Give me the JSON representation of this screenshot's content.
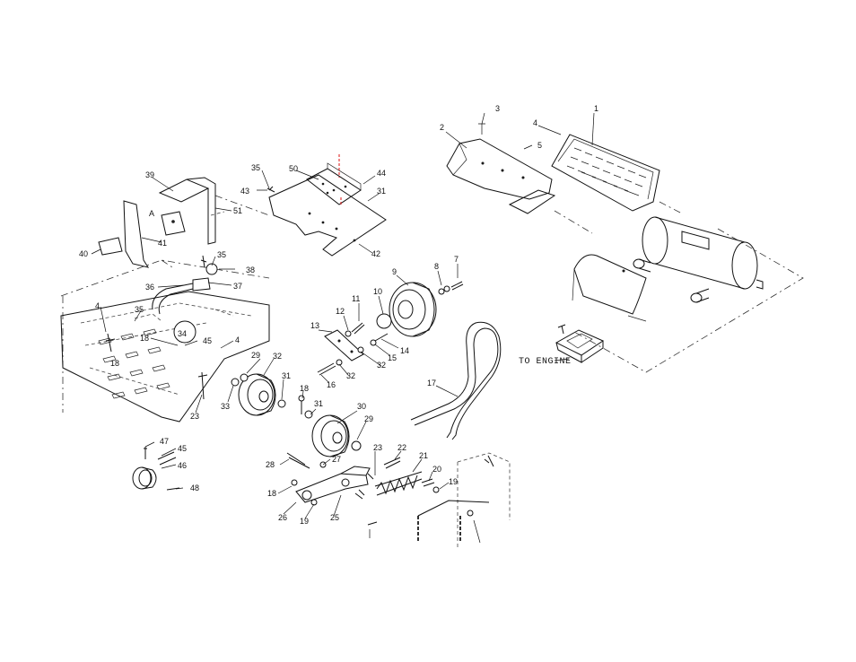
{
  "callouts": [
    "1",
    "2",
    "3",
    "4",
    "5",
    "7",
    "8",
    "9",
    "10",
    "11",
    "12",
    "13",
    "14",
    "15",
    "16",
    "17",
    "18",
    "19",
    "20",
    "21",
    "22",
    "23",
    "25",
    "26",
    "27",
    "28",
    "29",
    "30",
    "31",
    "32",
    "33",
    "34",
    "35",
    "36",
    "37",
    "38",
    "39",
    "40",
    "41",
    "42",
    "43",
    "44",
    "45",
    "46",
    "47",
    "48",
    "50",
    "51"
  ],
  "annotations": {
    "to_engine": "TO ENGINE",
    "ref_a": "A"
  }
}
